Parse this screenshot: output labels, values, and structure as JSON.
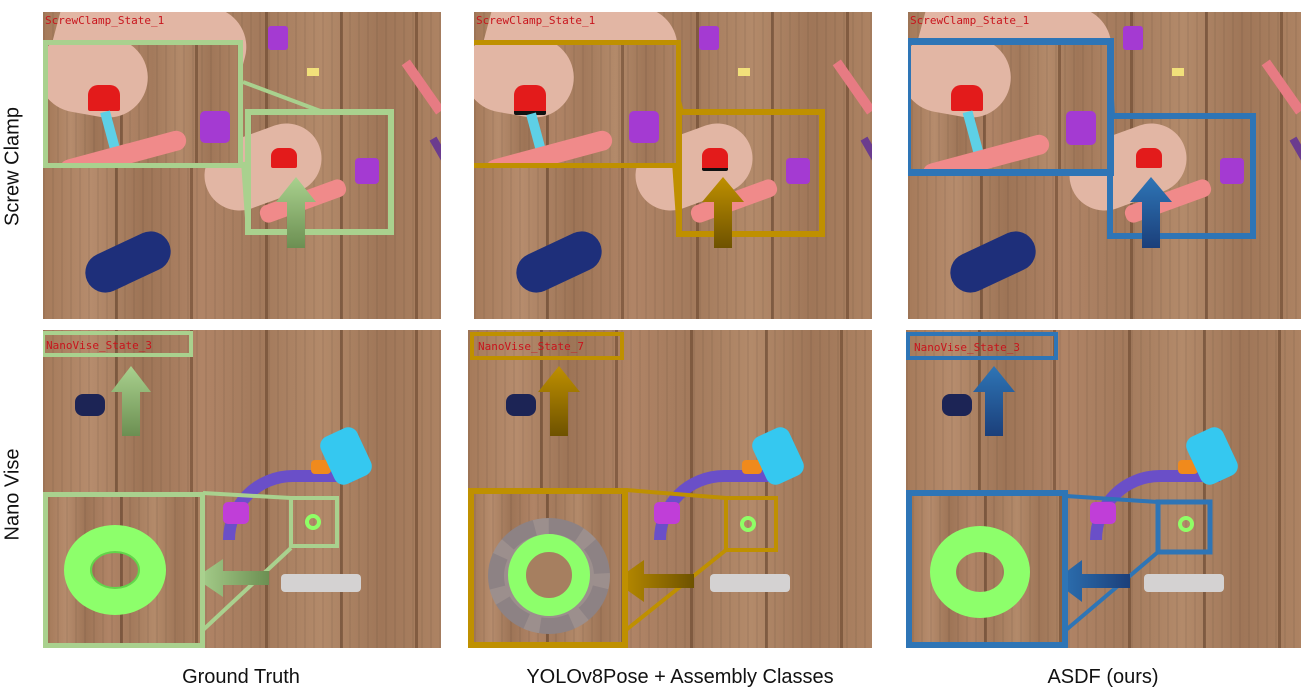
{
  "rows": [
    {
      "label": "Screw Clamp"
    },
    {
      "label": "Nano Vise"
    }
  ],
  "columns": [
    {
      "label": "Ground Truth",
      "accent": "#a9d18e"
    },
    {
      "label": "YOLOv8Pose + Assembly Classes",
      "accent": "#bf9000"
    },
    {
      "label": "ASDF (ours)",
      "accent": "#2e75b6"
    }
  ],
  "panels": [
    {
      "row": 0,
      "col": 0,
      "state": "ScrewClamp_State_1"
    },
    {
      "row": 0,
      "col": 1,
      "state": "ScrewClamp_State_1"
    },
    {
      "row": 0,
      "col": 2,
      "state": "ScrewClamp_State_1"
    },
    {
      "row": 1,
      "col": 0,
      "state": "NanoVise_State_3"
    },
    {
      "row": 1,
      "col": 1,
      "state": "NanoVise_State_7"
    },
    {
      "row": 1,
      "col": 2,
      "state": "NanoVise_State_3"
    }
  ],
  "icons": {
    "arrow": "arrow-icon",
    "zoom": "zoom-inset"
  }
}
